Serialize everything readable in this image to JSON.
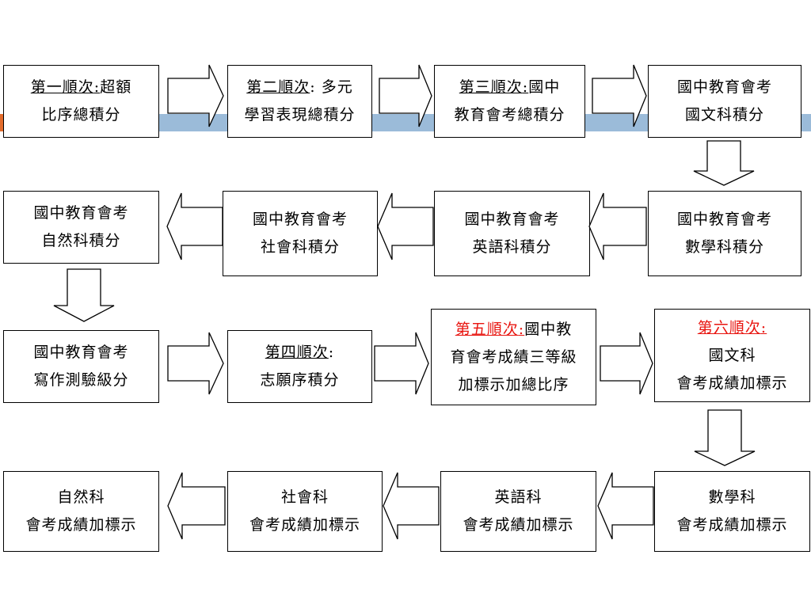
{
  "steps": {
    "s1": {
      "a_u": "第一順次",
      "a_c": ":",
      "a_t": "超額",
      "b": "比序總積分"
    },
    "s2": {
      "a_u": "第二順次",
      "a_c": ":",
      "a_t": " 多元",
      "b": "學習表現總積分"
    },
    "s3": {
      "a_u": "第三順次",
      "a_c": ":",
      "a_t": "國中",
      "b": "教育會考總積分"
    },
    "s4": {
      "a": "國中教育會考",
      "b": "國文科積分"
    },
    "s5": {
      "a": "國中教育會考",
      "b": "數學科積分"
    },
    "s6": {
      "a": "國中教育會考",
      "b": "英語科積分"
    },
    "s7": {
      "a": "國中教育會考",
      "b": "社會科積分"
    },
    "s8": {
      "a": "國中教育會考",
      "b": "自然科積分"
    },
    "s9": {
      "a": "國中教育會考",
      "b": "寫作測驗級分"
    },
    "s10": {
      "a_u": "第四順次",
      "a_c": ":",
      "b": "志願序積分"
    },
    "s11": {
      "a_u": "第五順次",
      "a_c": ":",
      "a_t": "國中教",
      "b": "育會考成績三等級",
      "c": "加標示加總比序"
    },
    "s12": {
      "a_u": "第六順次",
      "a_c": ":",
      "b": "國文科",
      "c": "會考成績加標示"
    },
    "s13": {
      "a": "數學科",
      "b": "會考成績加標示"
    },
    "s14": {
      "a": "英語科",
      "b": "會考成績加標示"
    },
    "s15": {
      "a": "社會科",
      "b": "會考成績加標示"
    },
    "s16": {
      "a": "自然科",
      "b": "會考成績加標示"
    }
  },
  "colors": {
    "highlight": "#e8140f",
    "band_blue": "#9bbbd9",
    "band_orange": "#e36c2c"
  }
}
